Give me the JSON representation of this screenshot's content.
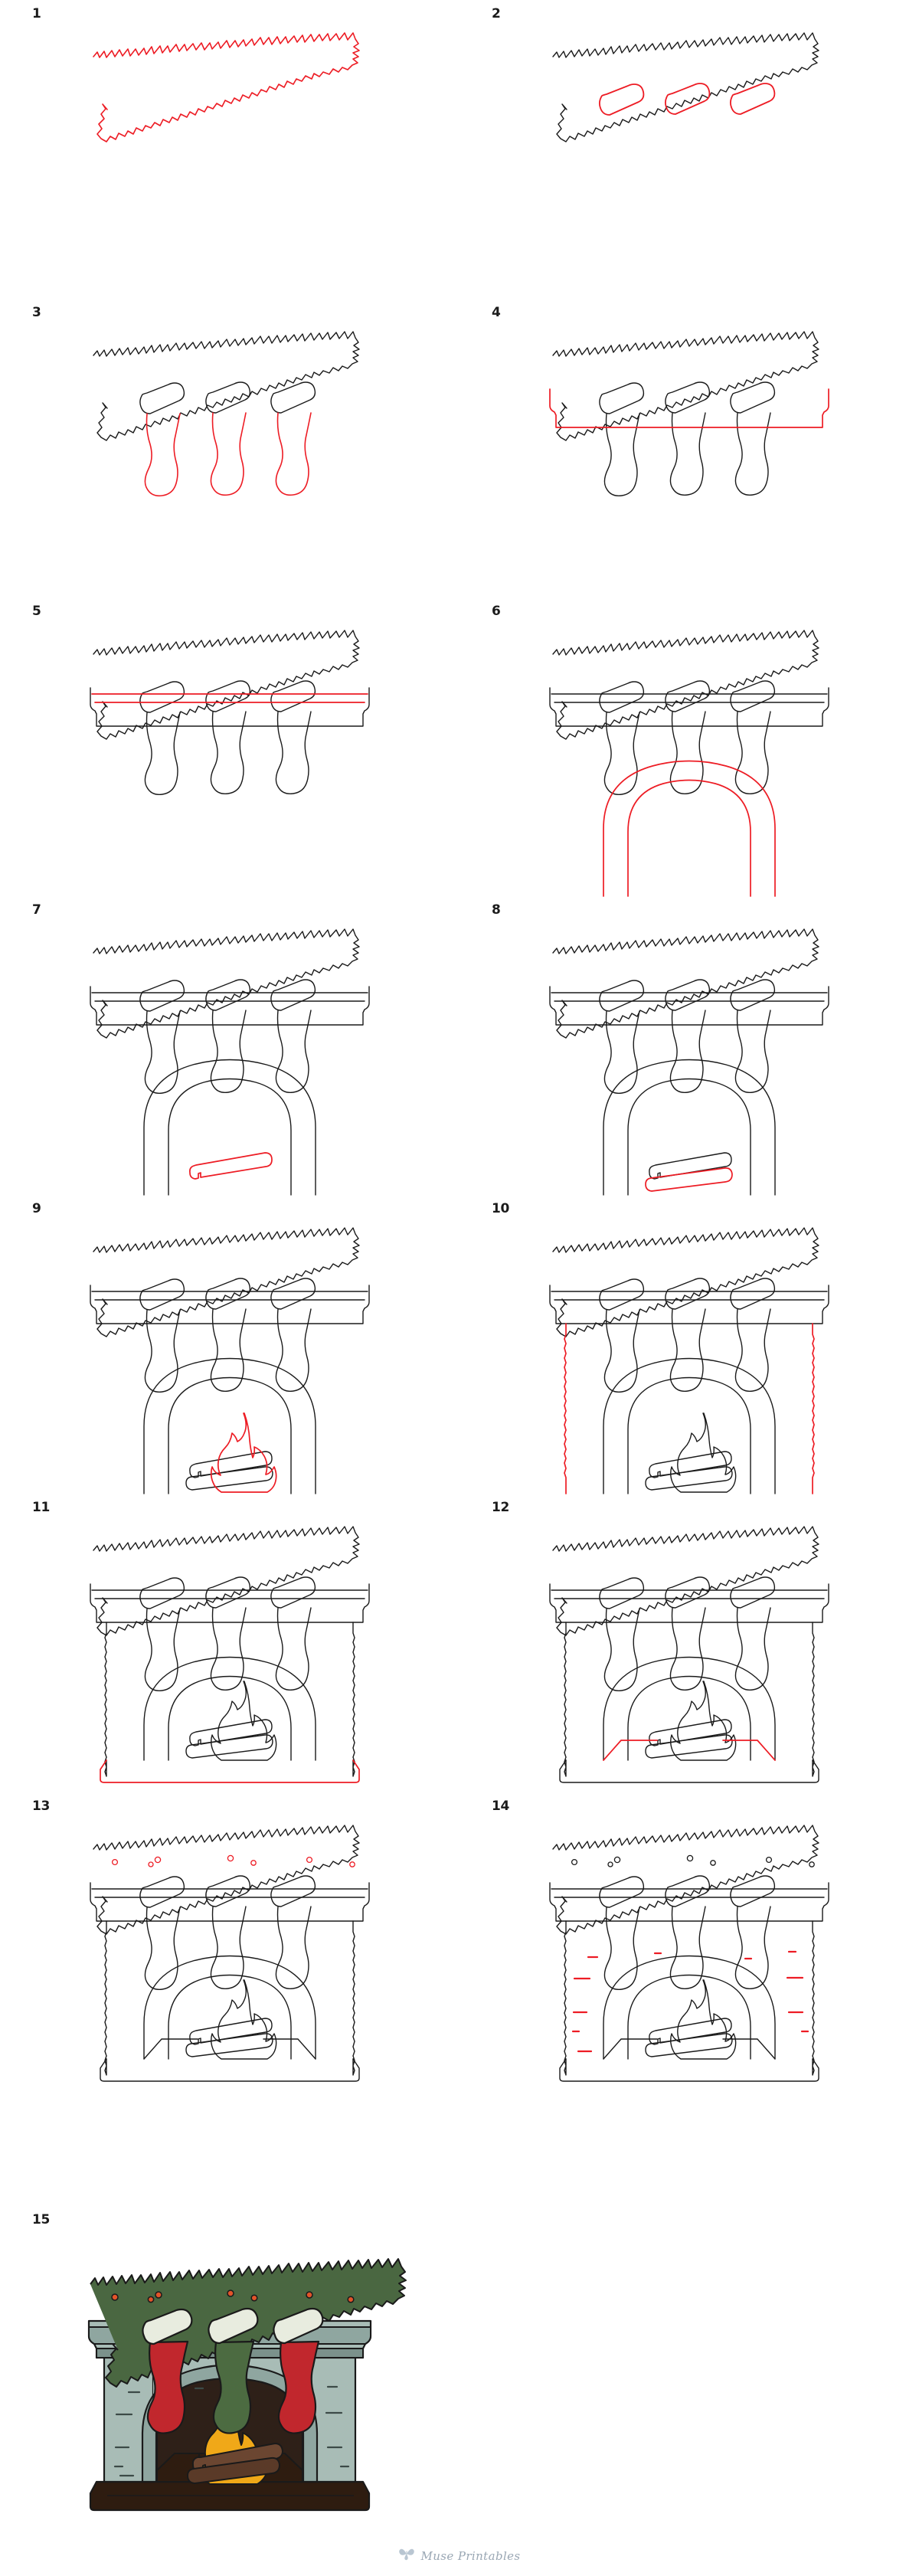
{
  "document": {
    "title": "How to Draw a Christmas Fireplace — Step by Step Tutorial",
    "subject": "christmas fireplace with stockings, garland and fire",
    "background_color": "#ffffff",
    "total_steps": 15,
    "columns": 2,
    "guide_color": "#ed1c24",
    "ink_color": "#1a1a1a"
  },
  "steps": [
    {
      "number": "1",
      "new_part": "garland-outline",
      "description": "Draw the jagged zig-zag outline of the garland."
    },
    {
      "number": "2",
      "new_part": "stocking-cuffs",
      "description": "Add three slanted rounded stocking cuffs below the garland."
    },
    {
      "number": "3",
      "new_part": "stocking-bodies",
      "description": "Draw the body and foot of each stocking."
    },
    {
      "number": "4",
      "new_part": "mantel-shelf",
      "description": "Outline the mantel shelf beneath the garland."
    },
    {
      "number": "5",
      "new_part": "mantel-mouldings",
      "description": "Add two horizontal moulding lines across the mantel."
    },
    {
      "number": "6",
      "new_part": "fireplace-arch",
      "description": "Draw the double-line arch of the firebox opening."
    },
    {
      "number": "7",
      "new_part": "first-log",
      "description": "Add the first log inside the firebox."
    },
    {
      "number": "8",
      "new_part": "second-log",
      "description": "Add a second log crossing the first."
    },
    {
      "number": "9",
      "new_part": "flames",
      "description": "Draw the flames rising above the logs."
    },
    {
      "number": "10",
      "new_part": "side-walls",
      "description": "Draw the two outer stone walls of the fireplace."
    },
    {
      "number": "11",
      "new_part": "hearth-base",
      "description": "Add the hearth base slab at the bottom."
    },
    {
      "number": "12",
      "new_part": "firebox-floor",
      "description": "Connect the inner floor line beneath the logs."
    },
    {
      "number": "13",
      "new_part": "garland-berries",
      "description": "Dot small berries across the garland."
    },
    {
      "number": "14",
      "new_part": "stone-texture-marks",
      "description": "Add short dashes for the stone texture on the walls."
    },
    {
      "number": "15",
      "new_part": "final-colored",
      "description": "Colour in the finished Christmas fireplace."
    }
  ],
  "palette": {
    "guide_red": "#ed1c24",
    "outline": "#1a1a1a",
    "stone_light": "#a8bcb6",
    "stone_mid": "#8fa6a0",
    "stone_dark": "#7b918b",
    "garland_green": "#4a6741",
    "garland_dark": "#3d5736",
    "berry_red": "#e2542a",
    "stocking_red": "#c1272d",
    "stocking_green": "#4c6b41",
    "cuff_cream": "#e8ecdf",
    "firebox_dark": "#2e2018",
    "flame_orange": "#f0a818",
    "log_brown": "#6b4631",
    "log_brown_dark": "#5a3a28",
    "hearth_brown": "#2e1c10"
  },
  "watermark": {
    "text": "Muse Printables",
    "logo_icon": "butterfly-icon",
    "color": "#9aa7b4"
  }
}
